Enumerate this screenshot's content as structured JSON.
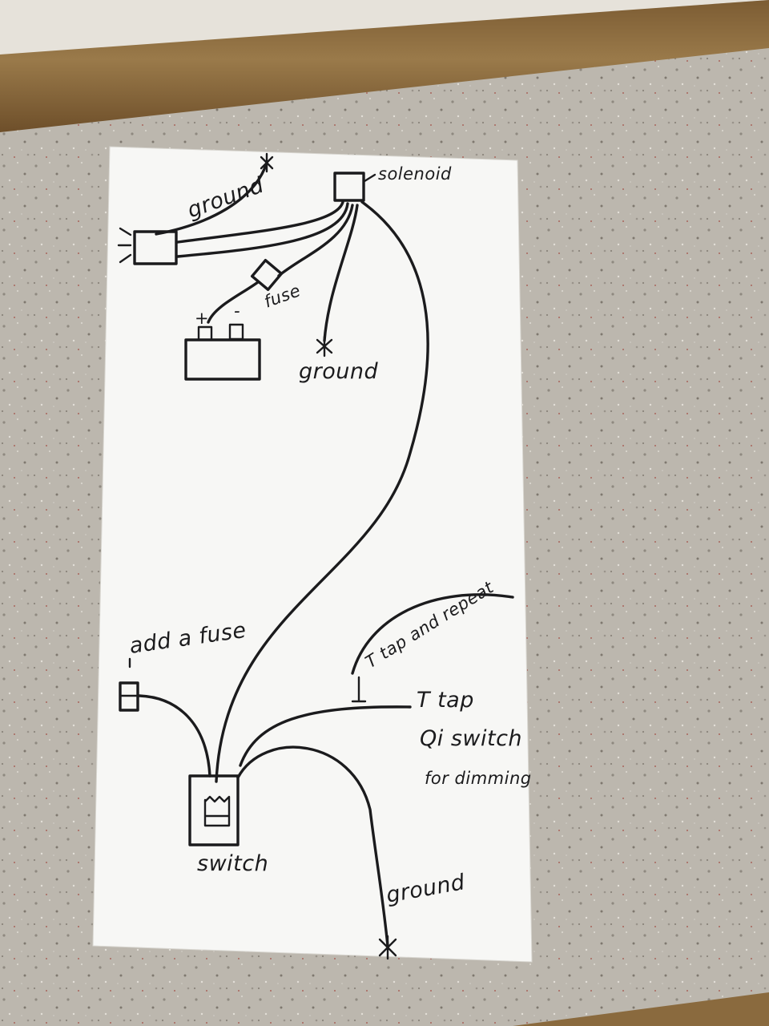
{
  "colors": {
    "counter": "#b9b4ab",
    "wood": "#8a6a3e",
    "paper": "#f7f7f5",
    "ink": "#1b1b1d"
  },
  "labels": {
    "ground_top": "ground",
    "solenoid": "solenoid",
    "fuse": "fuse",
    "battery_plus": "+",
    "battery_minus": "-",
    "ground_mid": "ground",
    "add_a_fuse": "add a fuse",
    "t_tap_and_repeat": "T tap and repeat",
    "t_tap": "T tap",
    "qi_switch": "Qi switch",
    "for_dimming": "for dimming",
    "switch": "switch",
    "ground_bottom": "ground"
  }
}
